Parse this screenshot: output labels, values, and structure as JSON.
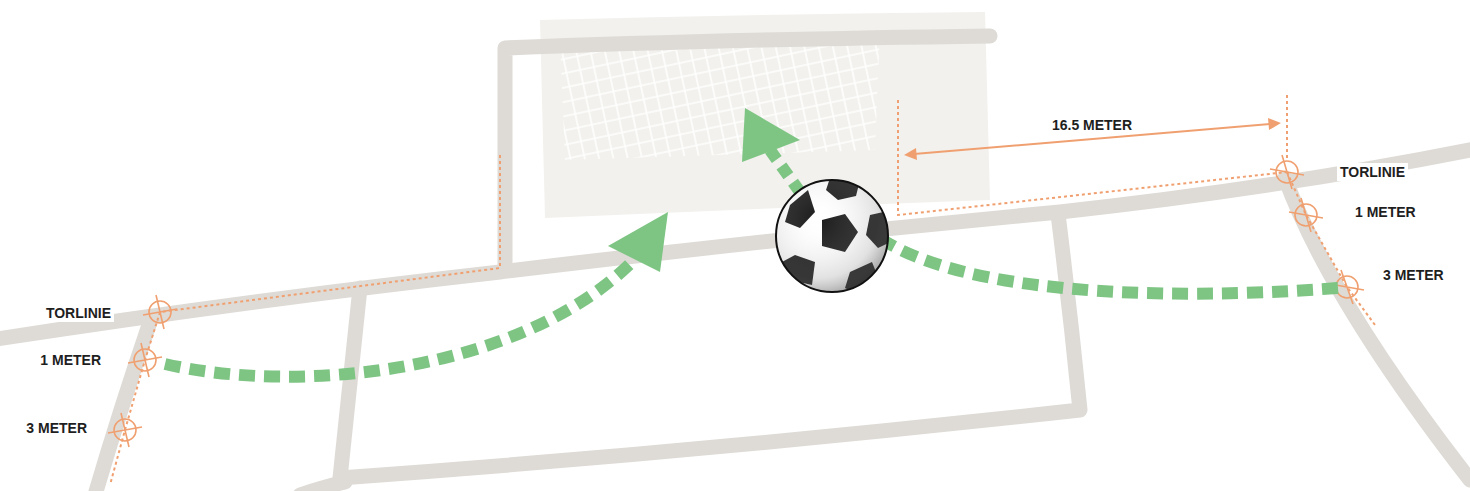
{
  "diagram": {
    "labels": [
      "16.5 METER",
      "TORLINIE",
      "1 METER",
      "3 METER",
      "TORLINIE",
      "1 METER",
      "3 METER"
    ]
  }
}
